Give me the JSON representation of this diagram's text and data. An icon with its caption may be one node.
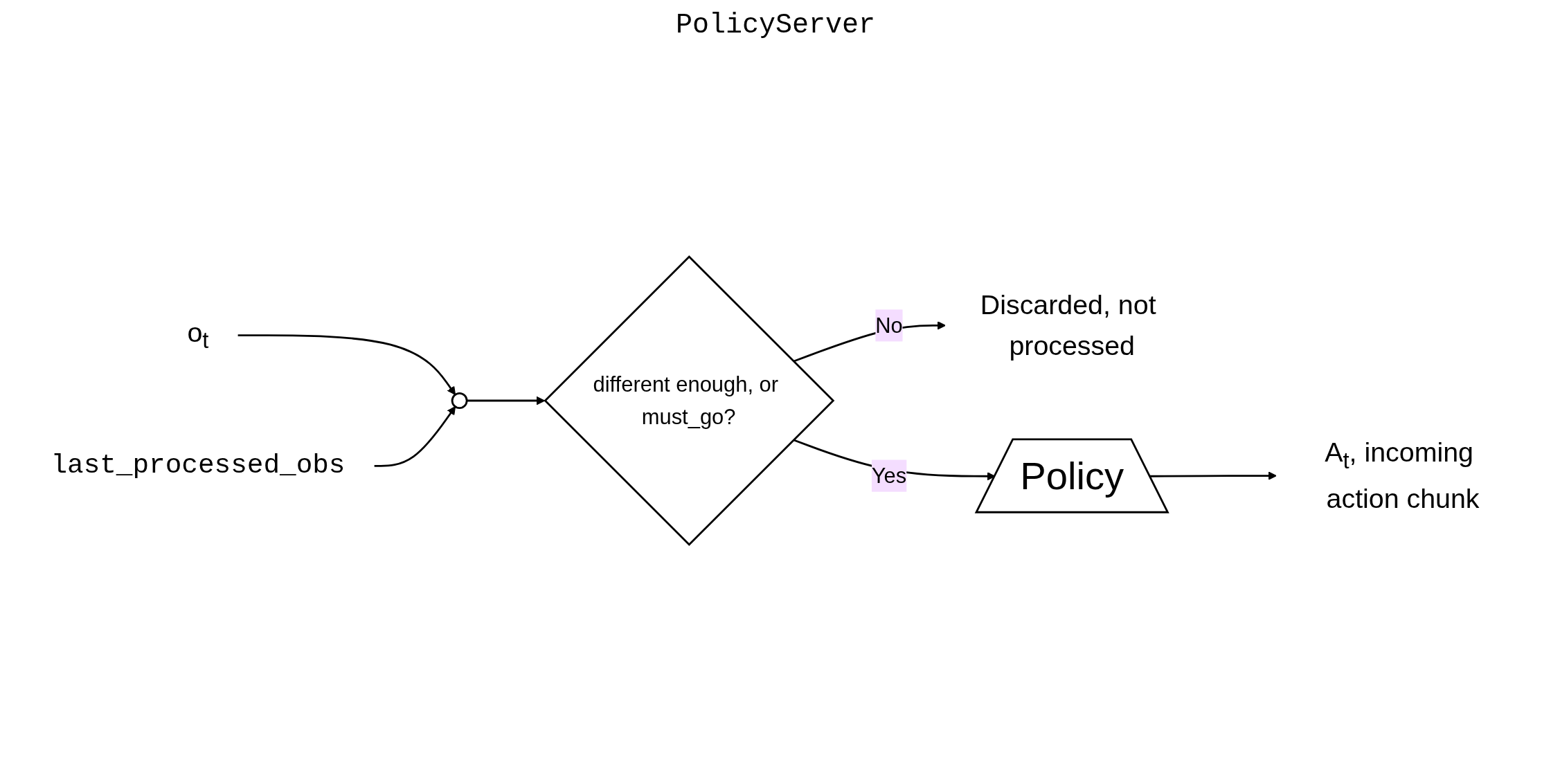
{
  "diagram": {
    "title": "PolicyServer",
    "nodes": [
      {
        "text": [
          "Discarded, not processed"
        ]
      },
      {
        "text": [
          "o$_{t}$"
        ]
      },
      {
        "text": [],
        "shape": "circle"
      },
      {
        "text": [
          "different enough, or must_go?"
        ]
      },
      {
        "text": [
          "Policy"
        ]
      },
      {
        "text": [
          "A$_{t}$, incoming action chunk"
        ]
      },
      {
        "text": [
          "last_processed_obs"
        ]
      }
    ],
    "edges": [
      {
        "from": 1,
        "to": 2,
        "arrow": "to"
      },
      {
        "from": 6,
        "to": 2,
        "arrow": "to"
      },
      {
        "from": 2,
        "to": 3,
        "arrow": "to"
      },
      {
        "from": 3,
        "to": 0,
        "label": "No",
        "arrow": "to"
      },
      {
        "from": 3,
        "to": 4,
        "label": "Yes",
        "arrow": "to"
      },
      {
        "from": 4,
        "to": 5,
        "arrow": "to"
      }
    ]
  }
}
